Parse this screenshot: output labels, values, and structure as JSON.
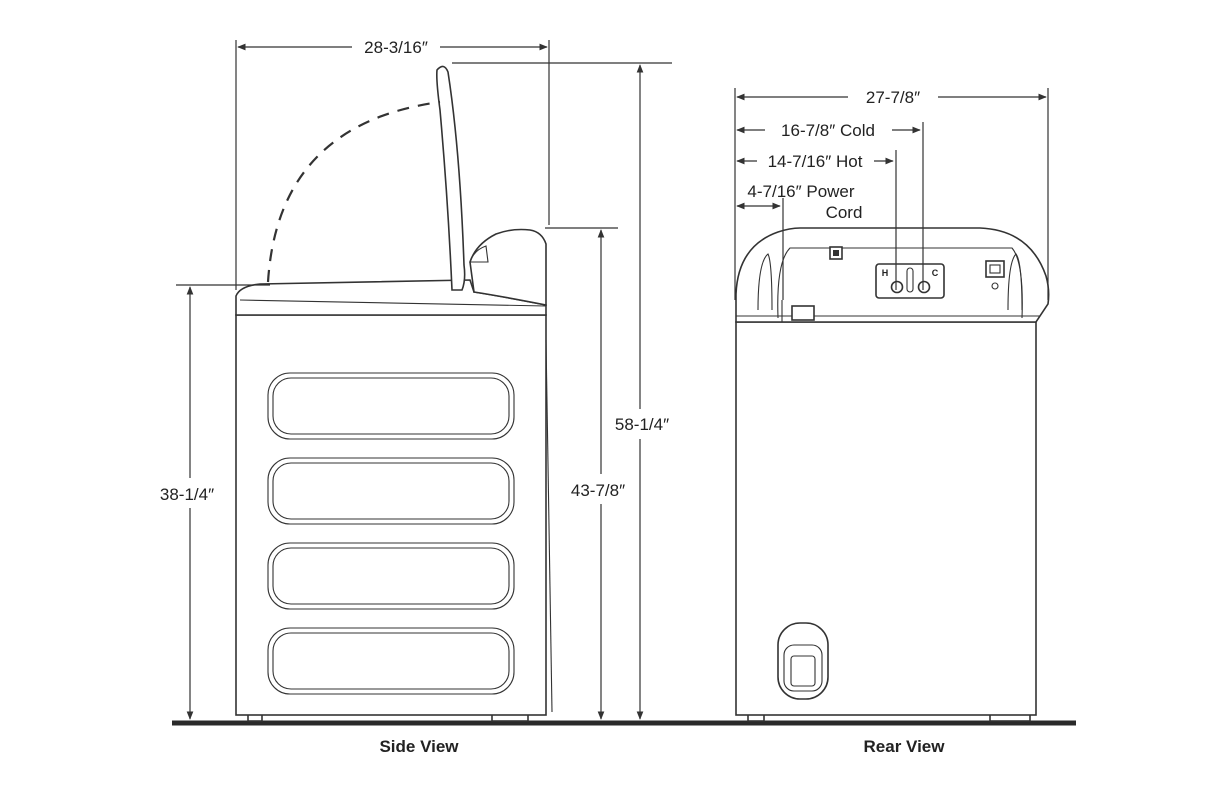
{
  "side_view": {
    "caption": "Side View",
    "depth_lid_open": "28-3/16″",
    "height_cabinet": "38-1/4″",
    "height_console": "43-7/8″",
    "height_lid_open": "58-1/4″"
  },
  "rear_view": {
    "caption": "Rear View",
    "width": "27-7/8″",
    "cold_inlet": "16-7/8″ Cold",
    "hot_inlet": "14-7/16″ Hot",
    "power_cord_line1": "4-7/16″ Power",
    "power_cord_line2": "Cord",
    "hot_marker": "H",
    "cold_marker": "C"
  }
}
